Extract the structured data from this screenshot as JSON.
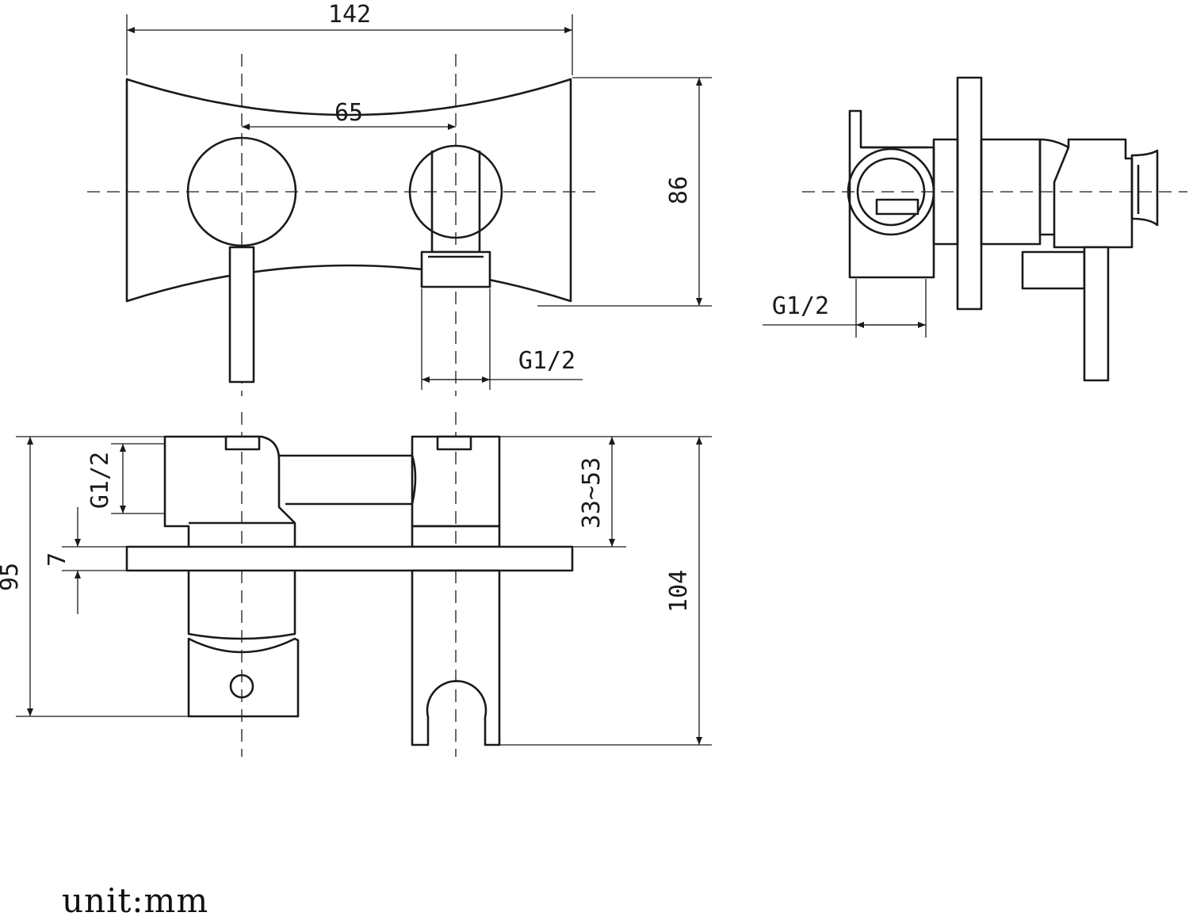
{
  "dimensions": {
    "overall_width": "142",
    "handle_spacing": "65",
    "plate_height": "86",
    "front_thread": "G1/2",
    "side_thread": "G1/2",
    "top_thread": "G1/2",
    "plate_thickness": "7",
    "overall_depth_left": "95",
    "overall_depth_right": "104",
    "adjust_range": "33~53"
  },
  "unit_label": "unit:mm",
  "colors": {
    "line": "#1a1a1a",
    "background": "#ffffff"
  }
}
